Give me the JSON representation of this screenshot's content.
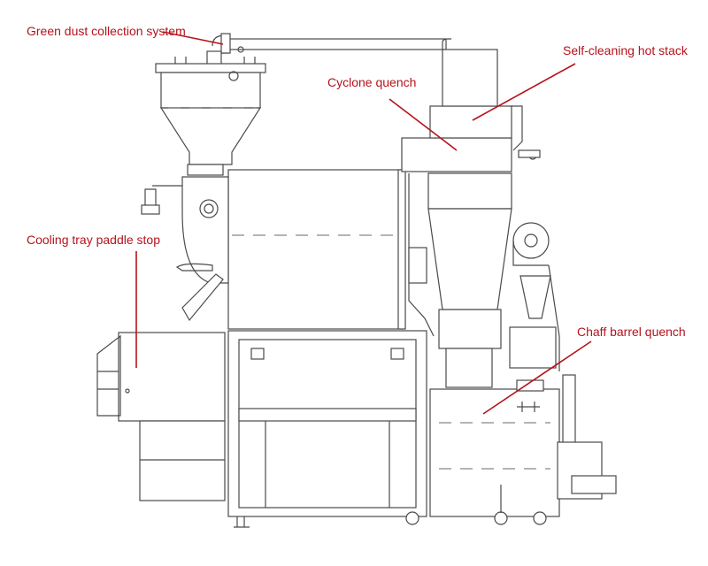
{
  "labels": {
    "green_dust": "Green dust collection system",
    "hot_stack": "Self-cleaning hot stack",
    "cyclone": "Cyclone quench",
    "cooling_tray": "Cooling tray paddle stop",
    "chaff_barrel": "Chaff barrel quench"
  },
  "colors": {
    "callout": "#b5121b",
    "linework": "#4a4a4a"
  }
}
